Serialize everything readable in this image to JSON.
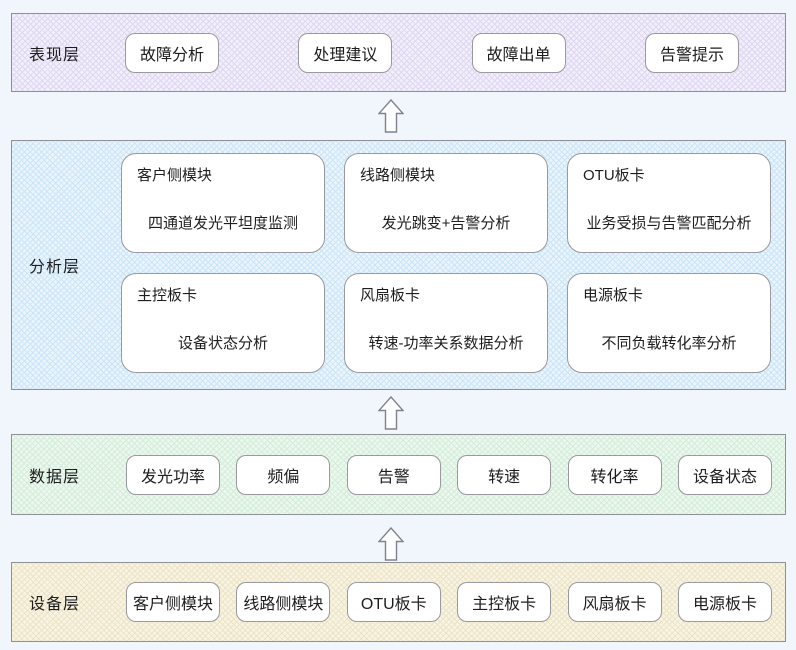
{
  "layers": {
    "presentation": {
      "label": "表现层",
      "boxes": [
        "故障分析",
        "处理建议",
        "故障出单",
        "告警提示"
      ]
    },
    "analysis": {
      "label": "分析层",
      "boxes": [
        {
          "title": "客户侧模块",
          "subtitle": "四通道发光平坦度监测"
        },
        {
          "title": "线路侧模块",
          "subtitle": "发光跳变+告警分析"
        },
        {
          "title": "OTU板卡",
          "subtitle": "业务受损与告警匹配分析"
        },
        {
          "title": "主控板卡",
          "subtitle": "设备状态分析"
        },
        {
          "title": "风扇板卡",
          "subtitle": "转速-功率关系数据分析"
        },
        {
          "title": "电源板卡",
          "subtitle": "不同负载转化率分析"
        }
      ]
    },
    "data": {
      "label": "数据层",
      "boxes": [
        "发光功率",
        "频偏",
        "告警",
        "转速",
        "转化率",
        "设备状态"
      ]
    },
    "device": {
      "label": "设备层",
      "boxes": [
        "客户侧模块",
        "线路侧模块",
        "OTU板卡",
        "主控板卡",
        "风扇板卡",
        "电源板卡"
      ]
    }
  },
  "icons": {
    "layer_flow": "up-arrow-icon"
  },
  "colors": {
    "page_background": "#f0f6fb",
    "presentation_band": "#f2effa",
    "analysis_band": "#eaf4fc",
    "data_band": "#ecf7ef",
    "device_band": "#f8f4e3",
    "node_background": "#ffffff",
    "band_border": "#8f8f97",
    "node_border": "#99999f",
    "arrow_outline": "#82828a",
    "text": "#1d1d1f"
  }
}
